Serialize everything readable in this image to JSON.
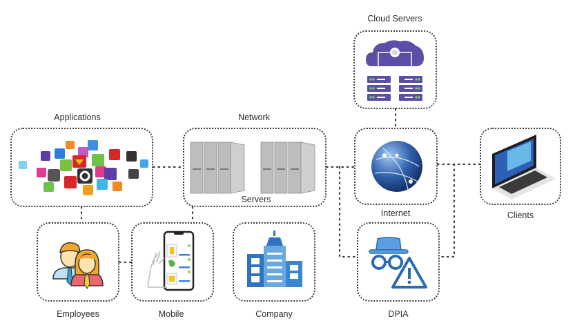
{
  "diagram": {
    "nodes": [
      {
        "id": "applications",
        "label": "Applications",
        "icon": "app-icons-cluster"
      },
      {
        "id": "network",
        "label": "Network",
        "sublabel": "Servers",
        "icon": "server-racks"
      },
      {
        "id": "cloud-servers",
        "label": "Cloud Servers",
        "icon": "cloud-server"
      },
      {
        "id": "internet",
        "label": "Internet",
        "icon": "globe"
      },
      {
        "id": "clients",
        "label": "Clients",
        "icon": "laptop"
      },
      {
        "id": "employees",
        "label": "Employees",
        "icon": "people"
      },
      {
        "id": "mobile",
        "label": "Mobile",
        "icon": "smartphone-hand"
      },
      {
        "id": "company",
        "label": "Company",
        "icon": "office-building"
      },
      {
        "id": "dpia",
        "label": "DPIA",
        "icon": "spy-warning"
      }
    ],
    "edges": [
      {
        "from": "applications",
        "to": "network"
      },
      {
        "from": "applications",
        "to": "employees"
      },
      {
        "from": "network",
        "to": "mobile"
      },
      {
        "from": "employees",
        "to": "mobile"
      },
      {
        "from": "network",
        "to": "internet"
      },
      {
        "from": "network",
        "to": "dpia"
      },
      {
        "from": "cloud-servers",
        "to": "internet"
      },
      {
        "from": "internet",
        "to": "clients"
      },
      {
        "from": "clients",
        "to": "dpia"
      }
    ],
    "colors": {
      "connector": "#3a3a3a",
      "cloud": "#5a4ea6",
      "server_led": "#7ed957",
      "globe": "#2f5fa8",
      "building_dark": "#2f73c3",
      "building_light": "#6aa9e0",
      "dpia": "#3b86cf",
      "employee_hair": "#f0a830",
      "employee_face": "#fde3b0"
    }
  }
}
